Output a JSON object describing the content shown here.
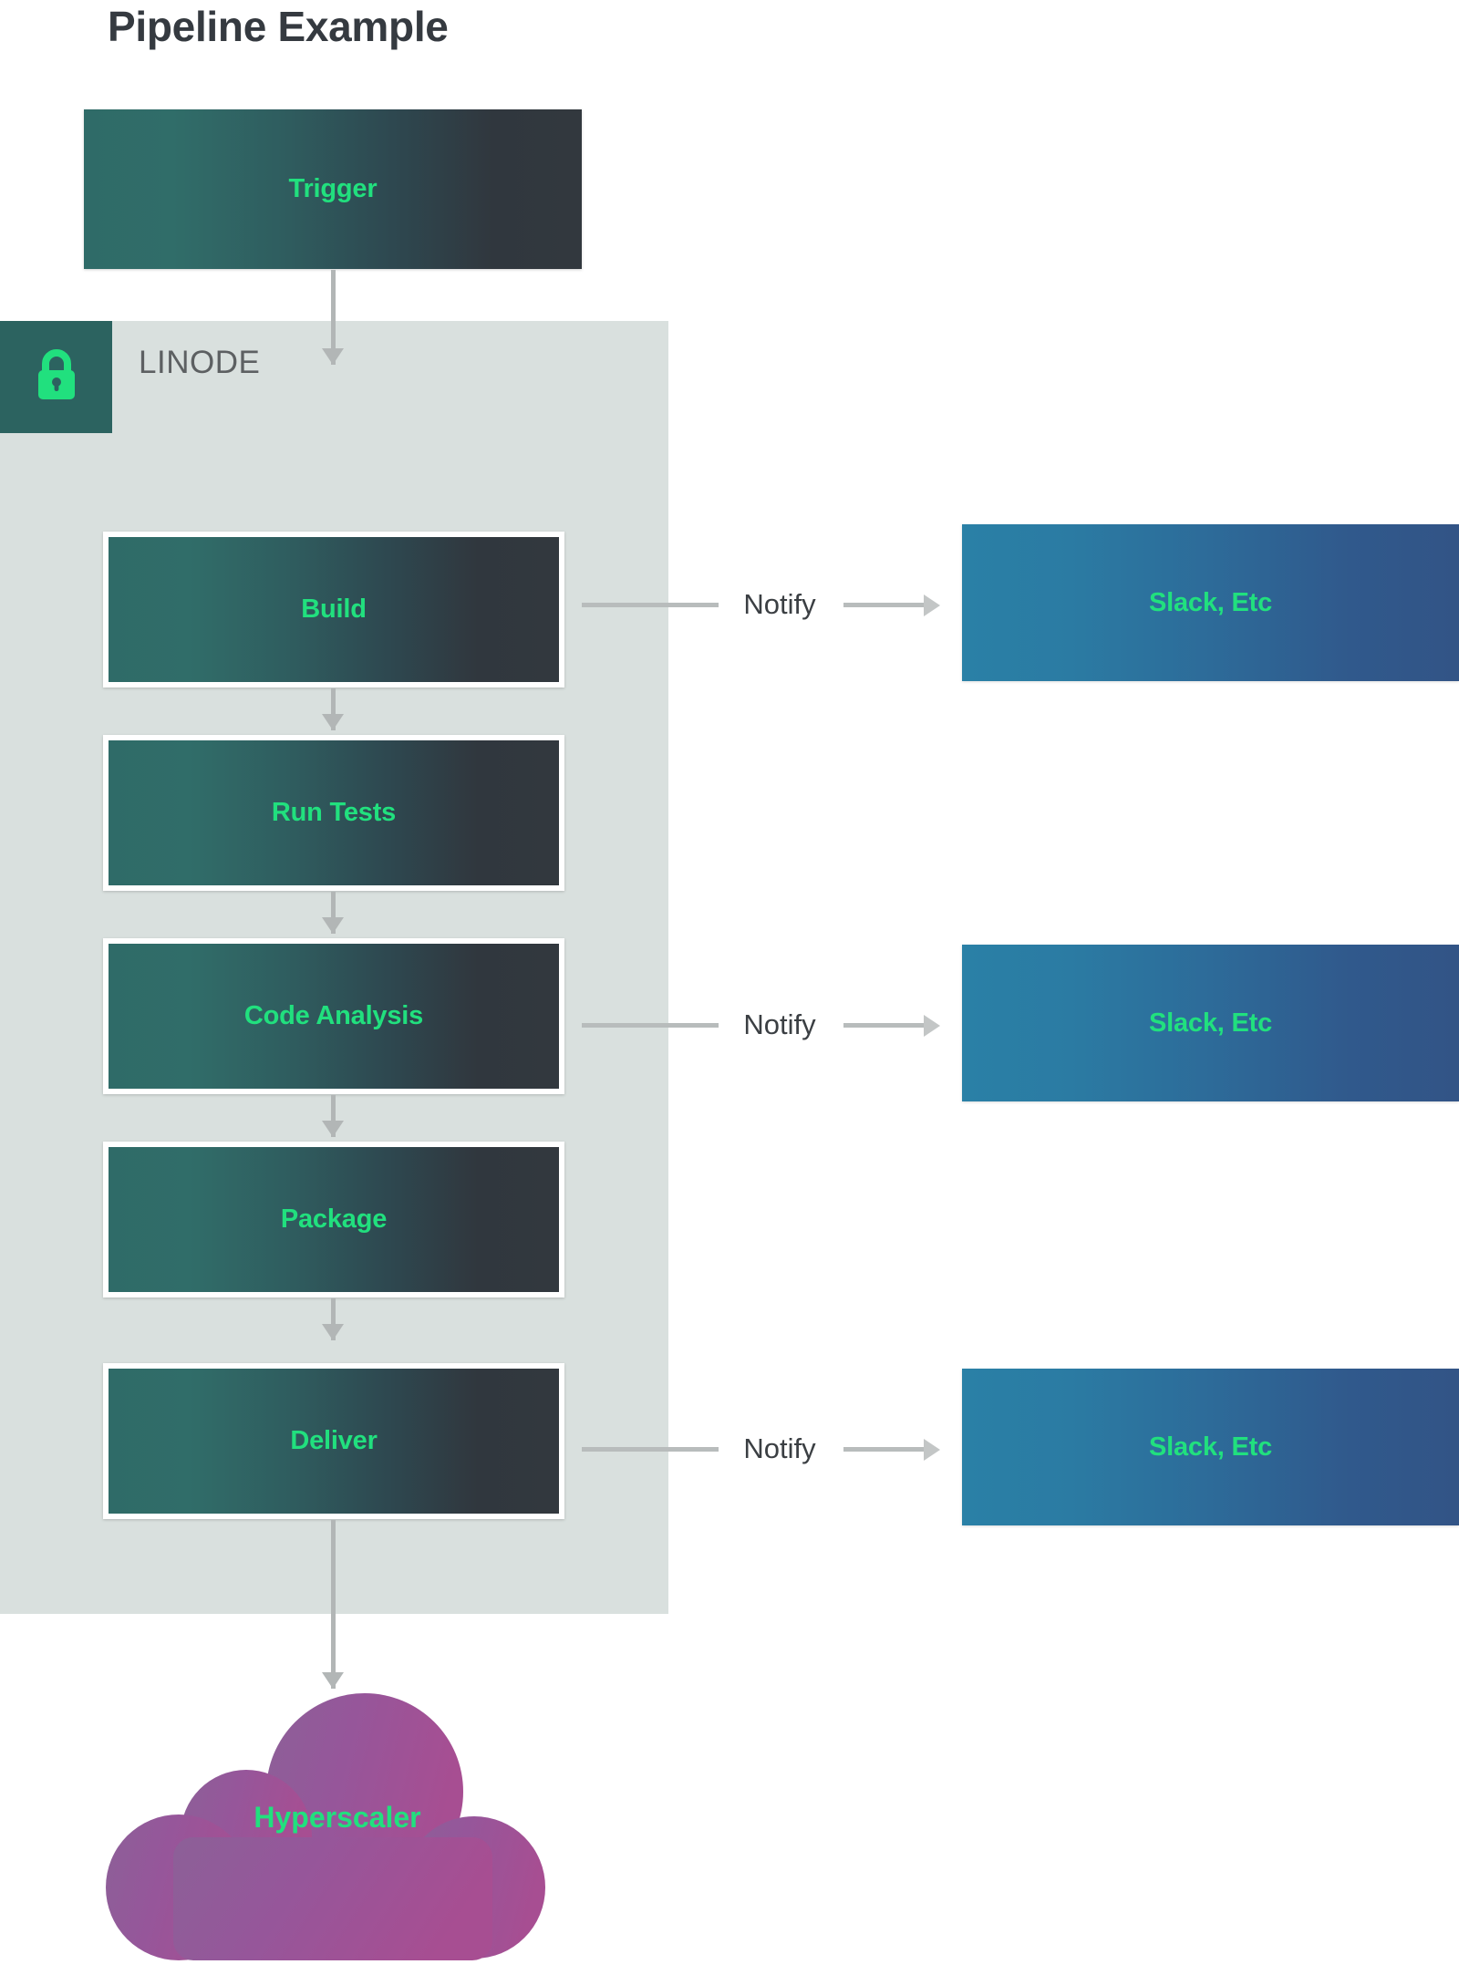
{
  "title": "Pipeline Example",
  "zone": {
    "label": "LINODE",
    "icon": "lock-icon",
    "badge_color": "#2c6360",
    "fill_color": "#d9e0de"
  },
  "colors": {
    "accent_text": "#21e07e",
    "title_text": "#353a40",
    "node_gradient_from": "#2f6b68",
    "node_gradient_to": "#32383e",
    "notify_gradient_from": "#2a80a6",
    "notify_gradient_to": "#325486",
    "cloud_from": "#8e5f9b",
    "cloud_to": "#a34f92",
    "connector": "#b2b6b6"
  },
  "trigger": {
    "label": "Trigger"
  },
  "stages": [
    {
      "label": "Build"
    },
    {
      "label": "Run Tests"
    },
    {
      "label": "Code Analysis"
    },
    {
      "label": "Package"
    },
    {
      "label": "Deliver"
    }
  ],
  "notifications": [
    {
      "edge_label": "Notify",
      "target_label": "Slack, Etc",
      "from_stage": "Build"
    },
    {
      "edge_label": "Notify",
      "target_label": "Slack, Etc",
      "from_stage": "Code Analysis"
    },
    {
      "edge_label": "Notify",
      "target_label": "Slack, Etc",
      "from_stage": "Deliver"
    }
  ],
  "cloud": {
    "label": "Hyperscaler"
  }
}
